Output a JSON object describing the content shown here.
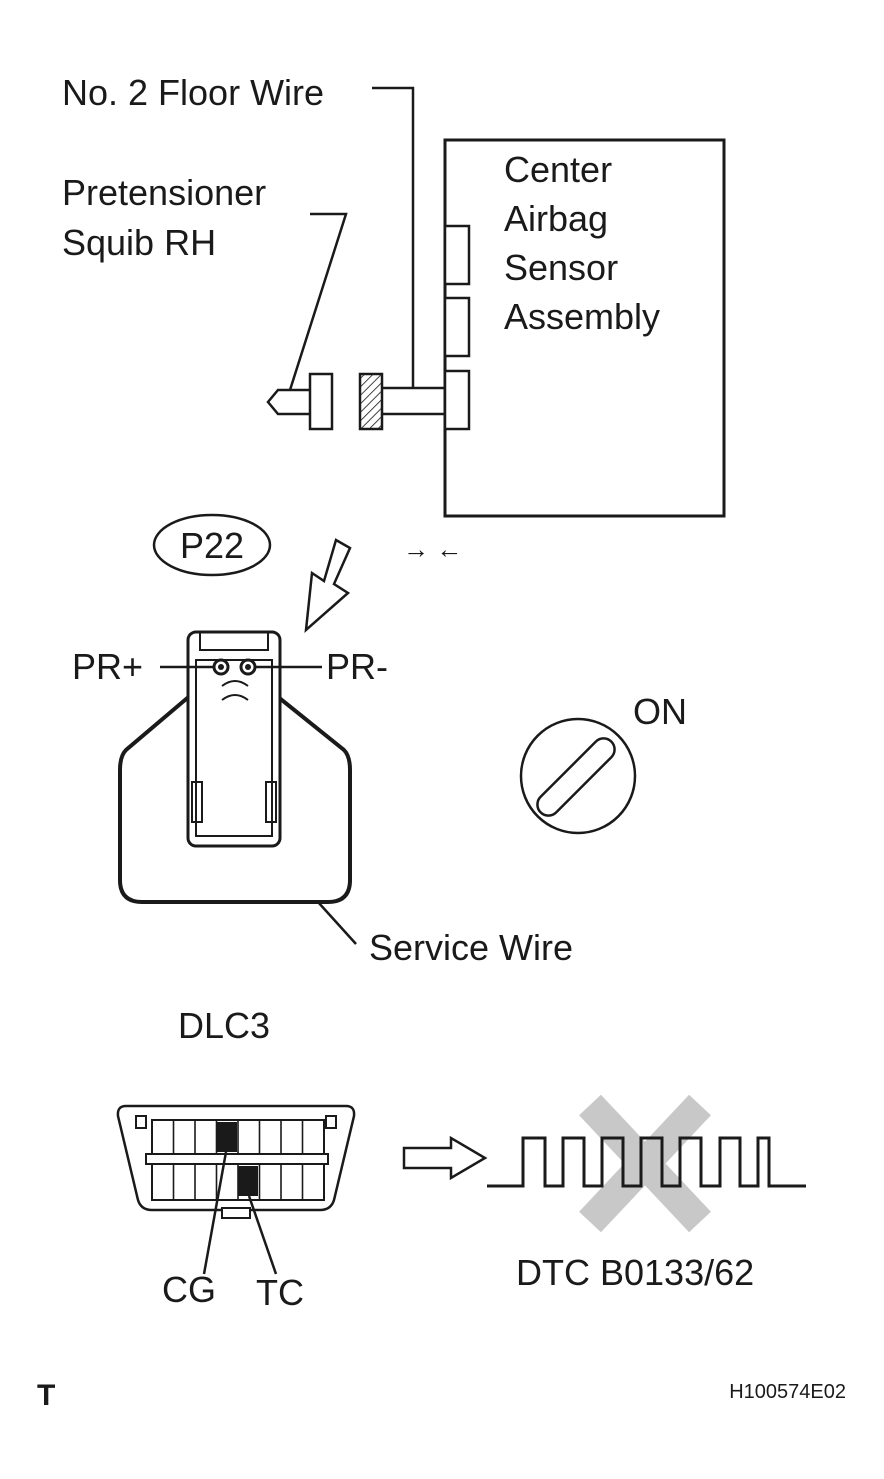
{
  "labels": {
    "no2_floor_wire": "No. 2 Floor Wire",
    "pretensioner_line1": "Pretensioner",
    "pretensioner_line2": "Squib RH",
    "center_line1": "Center",
    "center_line2": "Airbag",
    "center_line3": "Sensor",
    "center_line4": "Assembly",
    "connector_code": "P22",
    "disconnect_arrows": "→ ←",
    "pr_plus": "PR+",
    "pr_minus": "PR-",
    "ignition_state": "ON",
    "service_wire": "Service Wire",
    "dlc3": "DLC3",
    "cg": "CG",
    "tc": "TC",
    "dtc": "DTC B0133/62",
    "corner_mark": "T",
    "figure_id": "H100574E02"
  },
  "colors": {
    "line": "#1a1a1a",
    "cross_mark": "#c8c8c8",
    "background": "#ffffff"
  },
  "icons": {
    "ignition": "ignition-key-icon",
    "cross": "cross-mark-icon",
    "arrow": "hollow-arrow-icon"
  }
}
